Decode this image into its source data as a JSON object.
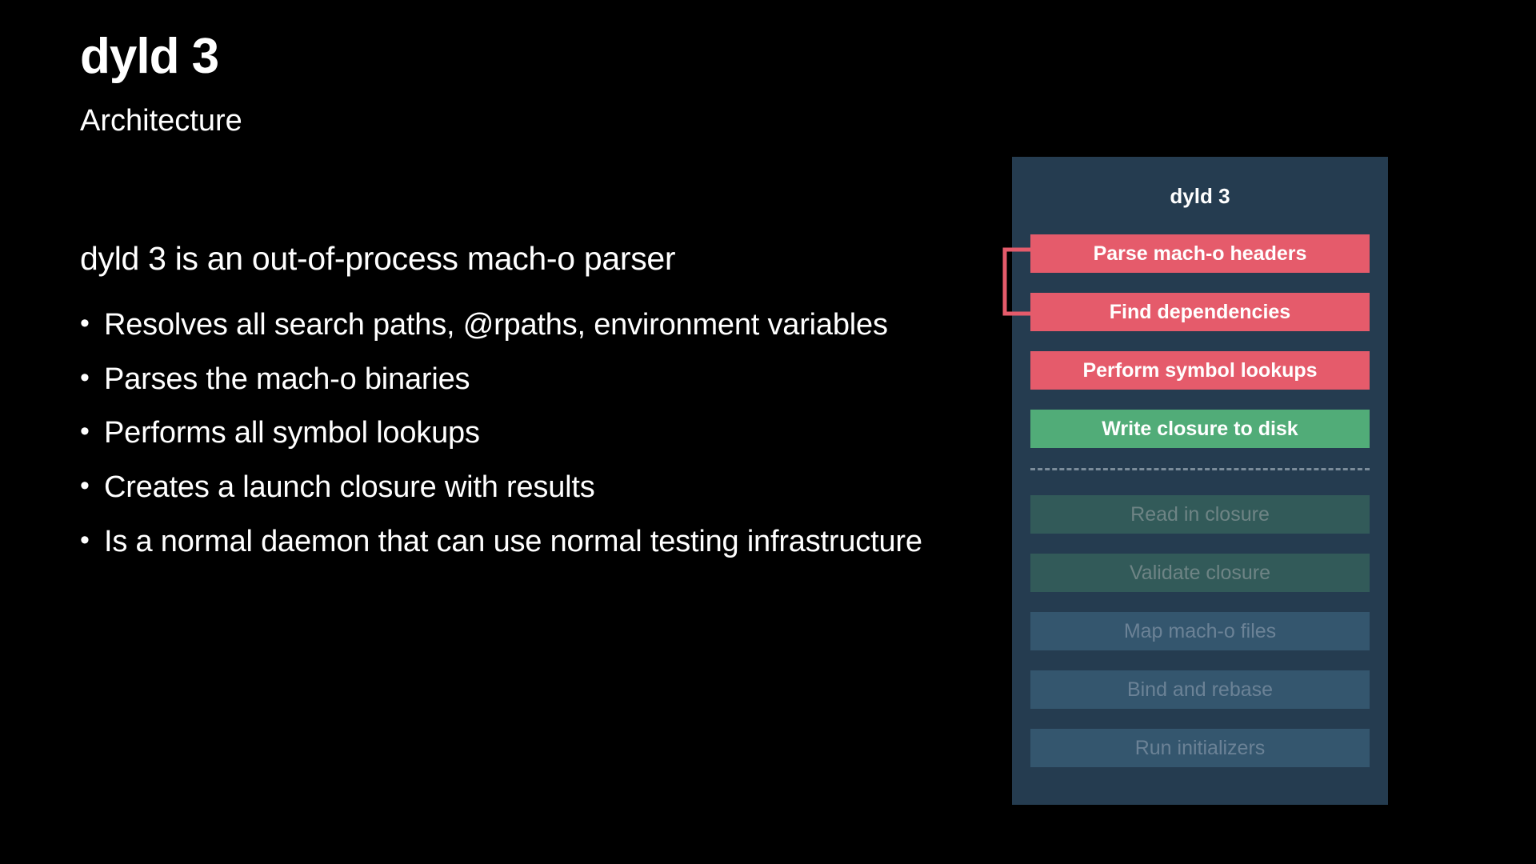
{
  "slide": {
    "title": "dyld 3",
    "subtitle": "Architecture",
    "lead": "dyld 3 is an out-of-process mach-o parser",
    "bullet_marker": "•",
    "bullets": [
      "Resolves all search paths, @rpaths, environment variables",
      "Parses the mach-o binaries",
      "Performs all symbol lookups",
      "Creates a launch closure with results",
      "Is a normal daemon that can use normal testing infrastructure"
    ]
  },
  "diagram": {
    "header": "dyld 3",
    "panel_color": "#253C50",
    "colors": {
      "red": "#E55B6B",
      "green": "#51AC78",
      "dim_green": "#325A59",
      "dim_blue": "#34566E",
      "arrow": "#E55B6B",
      "divider": "#8A9BA8"
    },
    "steps": [
      {
        "label": "Parse mach-o headers",
        "state": "red"
      },
      {
        "label": "Find dependencies",
        "state": "red"
      },
      {
        "label": "Perform symbol lookups",
        "state": "red"
      },
      {
        "label": "Write closure to disk",
        "state": "green"
      }
    ],
    "divider_after_index": 3,
    "steps_dimmed": [
      {
        "label": "Read in closure",
        "state": "dim-green"
      },
      {
        "label": "Validate closure",
        "state": "dim-green"
      },
      {
        "label": "Map mach-o files",
        "state": "dim-blue"
      },
      {
        "label": "Bind and rebase",
        "state": "dim-blue"
      },
      {
        "label": "Run initializers",
        "state": "dim-blue"
      }
    ],
    "loop_arrow_label": "loop from Find dependencies back to Parse mach-o headers"
  }
}
